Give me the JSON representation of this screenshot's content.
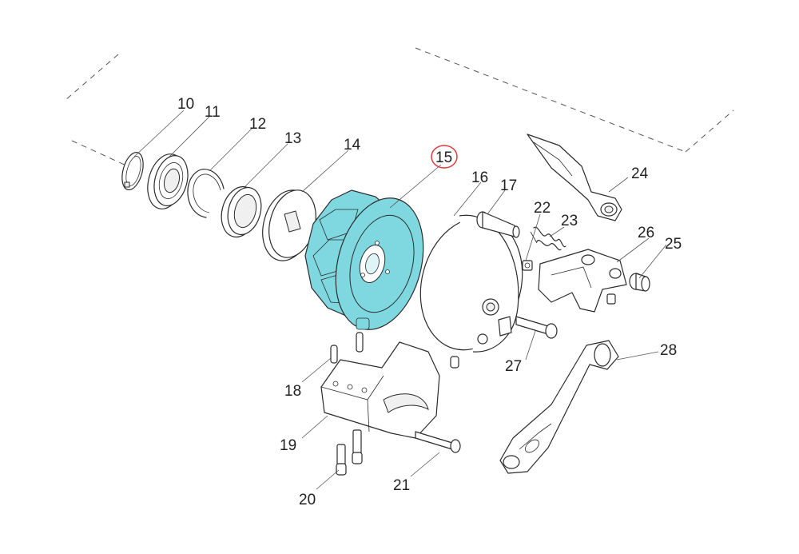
{
  "diagram": {
    "highlight_color": "#7fd8e0",
    "marker_color": "#e03a3a",
    "selected_part": "15",
    "labels": {
      "p10": "10",
      "p11": "11",
      "p12": "12",
      "p13": "13",
      "p14": "14",
      "p15": "15",
      "p16": "16",
      "p17": "17",
      "p18": "18",
      "p19": "19",
      "p20": "20",
      "p21": "21",
      "p22": "22",
      "p23": "23",
      "p24": "24",
      "p25": "25",
      "p26": "26",
      "p27": "27",
      "p28": "28"
    }
  }
}
